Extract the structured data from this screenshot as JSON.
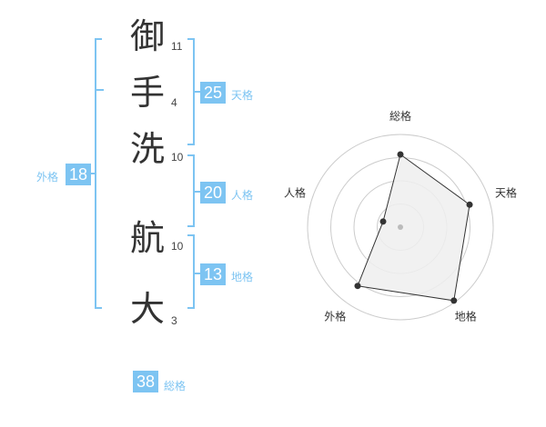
{
  "name": {
    "chars": [
      {
        "char": "御",
        "strokes": "11"
      },
      {
        "char": "手",
        "strokes": "4"
      },
      {
        "char": "洗",
        "strokes": "10"
      },
      {
        "char": "航",
        "strokes": "10"
      },
      {
        "char": "大",
        "strokes": "3"
      }
    ]
  },
  "kaku": {
    "ten": {
      "value": "25",
      "label": "天格"
    },
    "jin": {
      "value": "20",
      "label": "人格"
    },
    "chi": {
      "value": "13",
      "label": "地格"
    },
    "gai": {
      "value": "18",
      "label": "外格"
    },
    "sou": {
      "value": "38",
      "label": "総格"
    }
  },
  "chart_data": {
    "type": "radar",
    "axes": [
      "総格",
      "天格",
      "地格",
      "外格",
      "人格"
    ],
    "values": [
      4,
      4,
      5,
      4,
      1
    ],
    "max": 5,
    "rings": 4,
    "colors": {
      "fill": "#efefef",
      "line": "#333333",
      "ring": "#cccccc",
      "point": "#333333"
    }
  },
  "colors": {
    "accent": "#7dc4f2"
  }
}
